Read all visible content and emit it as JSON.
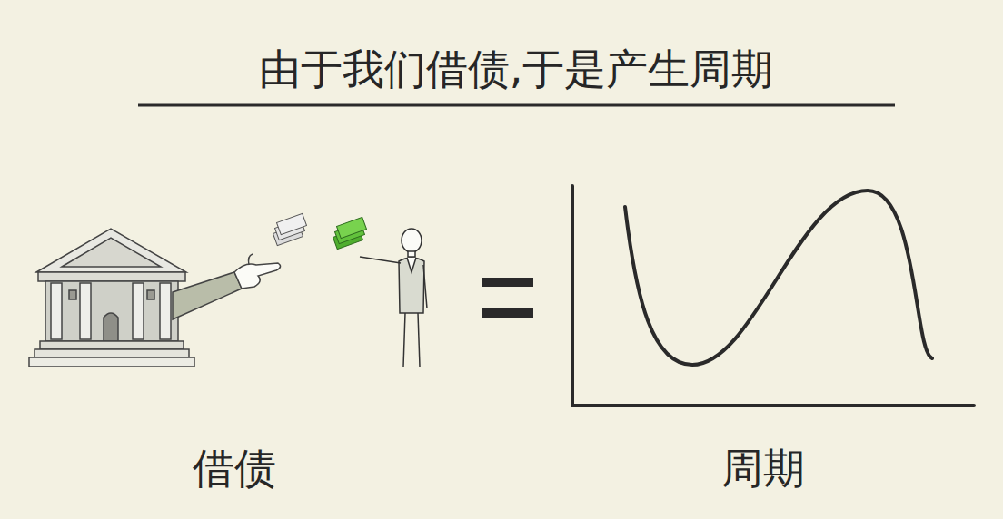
{
  "diagram": {
    "title": "由于我们借债,于是产生周期",
    "labels": [
      "借债",
      "周期"
    ]
  }
}
